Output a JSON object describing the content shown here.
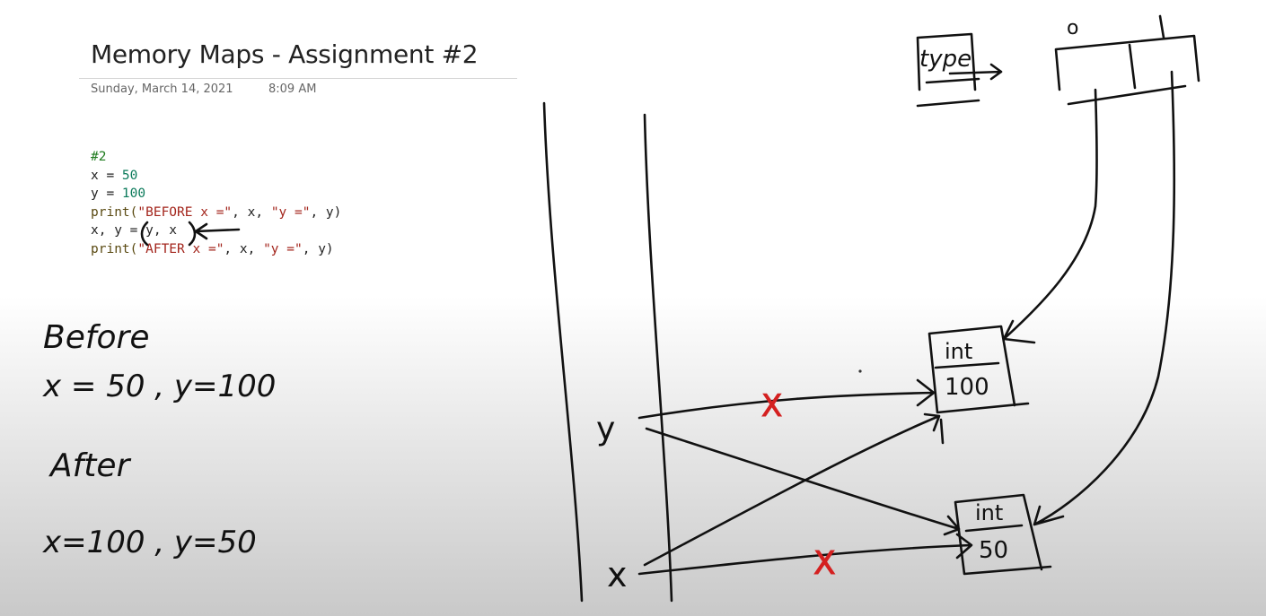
{
  "page": {
    "title": "Memory Maps - Assignment #2",
    "date": "Sunday, March 14, 2021",
    "time": "8:09 AM"
  },
  "code": {
    "line1": "#2",
    "line2": {
      "var": "x = ",
      "val": "50"
    },
    "line3": {
      "var": "y = ",
      "val": "100"
    },
    "line4": {
      "func": "print(",
      "s1": "\"BEFORE x =\"",
      "mid": ", x, ",
      "s2": "\"y =\"",
      "end": ", y)"
    },
    "line5": "x, y = y, x",
    "line6": {
      "func": "print(",
      "s1": "\"AFTER x =\"",
      "mid": ", x, ",
      "s2": "\"y =\"",
      "end": ", y)"
    }
  },
  "handwriting": {
    "before_heading": "Before",
    "before_values": "x = 50 , y=100",
    "after_heading": "After",
    "after_values": "x=100 , y=50",
    "var_y": "y",
    "var_x": "x",
    "type_box": "type",
    "type_zero": "o",
    "obj_top_type": "int",
    "obj_top_value": "100",
    "obj_bottom_type": "int",
    "obj_bottom_value": "50",
    "cross_mark": "X"
  },
  "colors": {
    "ink": "#111111",
    "strike": "#d42020",
    "comment": "#1e7b1e",
    "number": "#0b7a5a",
    "string": "#a3251c"
  }
}
